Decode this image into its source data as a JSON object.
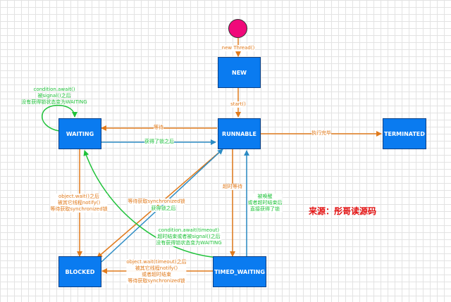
{
  "nodes": {
    "new": "NEW",
    "runnable": "RUNNABLE",
    "terminated": "TERMINATED",
    "waiting": "WAITING",
    "blocked": "BLOCKED",
    "timed_waiting": "TIMED_WAITING"
  },
  "edges": {
    "new_thread": "new Thread()",
    "start": "start()",
    "exec_done": "执行完毕",
    "wait": "等待",
    "got_lock": "获得了锁之后",
    "cond_await": "condition.await()\n被signal()之后\n没有获得锁状态变为WAITING",
    "object_wait": "object.wait()之后\n被其它线程notify()\n等待获取synchronized锁",
    "wait_sync": "等待获取synchronized锁",
    "got_lock_after": "获得锁之后",
    "timeout_wait": "超时等待",
    "woken": "被唤醒\n或者超时结束后\n直接获得了锁",
    "cond_await_timeout": "condition.await(timeout)\n超时结束或者被signal()之后\n没有获得锁状态变为WAITING",
    "object_wait_timeout": "object.wait(timeout)之后\n被其它线程notify()\n或者超时结束\n等待获取synchronized锁"
  },
  "watermark": "来源：彤哥读源码",
  "colors": {
    "node_fill": "#0a7bf0",
    "orange": "#e07a1c",
    "green": "#1fc23a",
    "blue": "#2b8bc4",
    "start": "#f0097a",
    "watermark": "#e31212"
  }
}
